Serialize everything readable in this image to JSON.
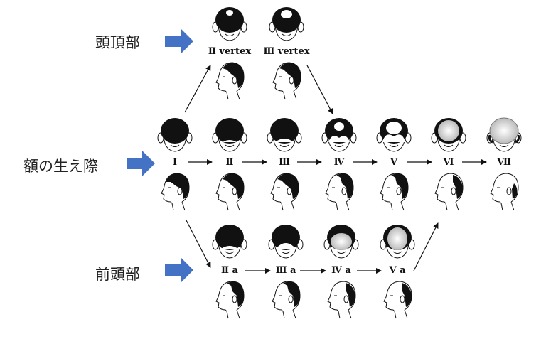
{
  "labels": {
    "crown": "頭頂部",
    "hairline": "額の生え際",
    "front": "前頭部"
  },
  "stages": {
    "vertex": [
      "Ⅱ vertex",
      "Ⅲ vertex"
    ],
    "main": [
      "Ⅰ",
      "Ⅱ",
      "Ⅲ",
      "Ⅳ",
      "Ⅴ",
      "Ⅵ",
      "Ⅶ"
    ],
    "anterior": [
      "Ⅱ a",
      "Ⅲ a",
      "Ⅳ a",
      "Ⅴ a"
    ]
  },
  "colors": {
    "accent_arrow": "#4472c4",
    "ink": "#111111"
  },
  "icons": {
    "top": "head-top-view-icon",
    "side": "head-side-profile-icon",
    "pointer": "blue-pointer-arrow-icon",
    "flow": "progression-arrow-icon"
  }
}
